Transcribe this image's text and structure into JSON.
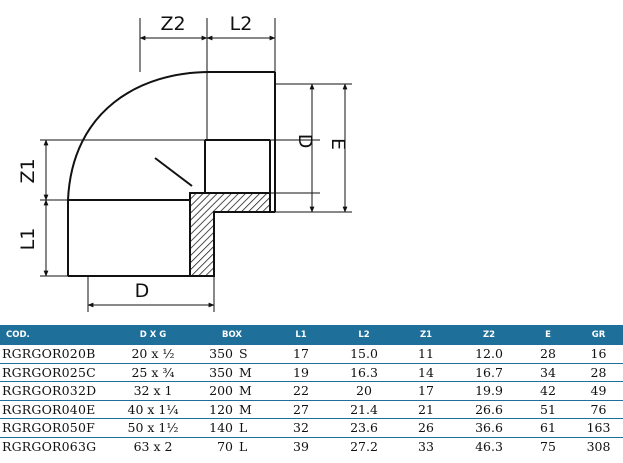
{
  "drawing": {
    "labels": {
      "z2": "Z2",
      "l2": "L2",
      "z1": "Z1",
      "l1": "L1",
      "d_bottom": "D",
      "d_right": "D",
      "e": "E"
    }
  },
  "table": {
    "headers": {
      "code": "COD.",
      "dxg": "D X G",
      "box": "BOX",
      "l1": "L1",
      "l2": "L2",
      "z1": "Z1",
      "z2": "Z2",
      "e": "E",
      "gr": "GR"
    },
    "rows": [
      {
        "code": "RGRGOR020B",
        "dxg": "20 x ½",
        "box_qty": "350",
        "box_size": "S",
        "l1": "17",
        "l2": "15.0",
        "z1": "11",
        "z2": "12.0",
        "e": "28",
        "gr": "16"
      },
      {
        "code": "RGRGOR025C",
        "dxg": "25 x ¾",
        "box_qty": "350",
        "box_size": "M",
        "l1": "19",
        "l2": "16.3",
        "z1": "14",
        "z2": "16.7",
        "e": "34",
        "gr": "28"
      },
      {
        "code": "RGRGOR032D",
        "dxg": "32 x 1",
        "box_qty": "200",
        "box_size": "M",
        "l1": "22",
        "l2": "20",
        "z1": "17",
        "z2": "19.9",
        "e": "42",
        "gr": "49"
      },
      {
        "code": "RGRGOR040E",
        "dxg": "40 x 1¼",
        "box_qty": "120",
        "box_size": "M",
        "l1": "27",
        "l2": "21.4",
        "z1": "21",
        "z2": "26.6",
        "e": "51",
        "gr": "76"
      },
      {
        "code": "RGRGOR050F",
        "dxg": "50 x 1½",
        "box_qty": "140",
        "box_size": "L",
        "l1": "32",
        "l2": "23.6",
        "z1": "26",
        "z2": "36.6",
        "e": "61",
        "gr": "163"
      },
      {
        "code": "RGRGOR063G",
        "dxg": "63 x 2",
        "box_qty": "70",
        "box_size": "L",
        "l1": "39",
        "l2": "27.2",
        "z1": "33",
        "z2": "46.3",
        "e": "75",
        "gr": "308"
      }
    ]
  }
}
